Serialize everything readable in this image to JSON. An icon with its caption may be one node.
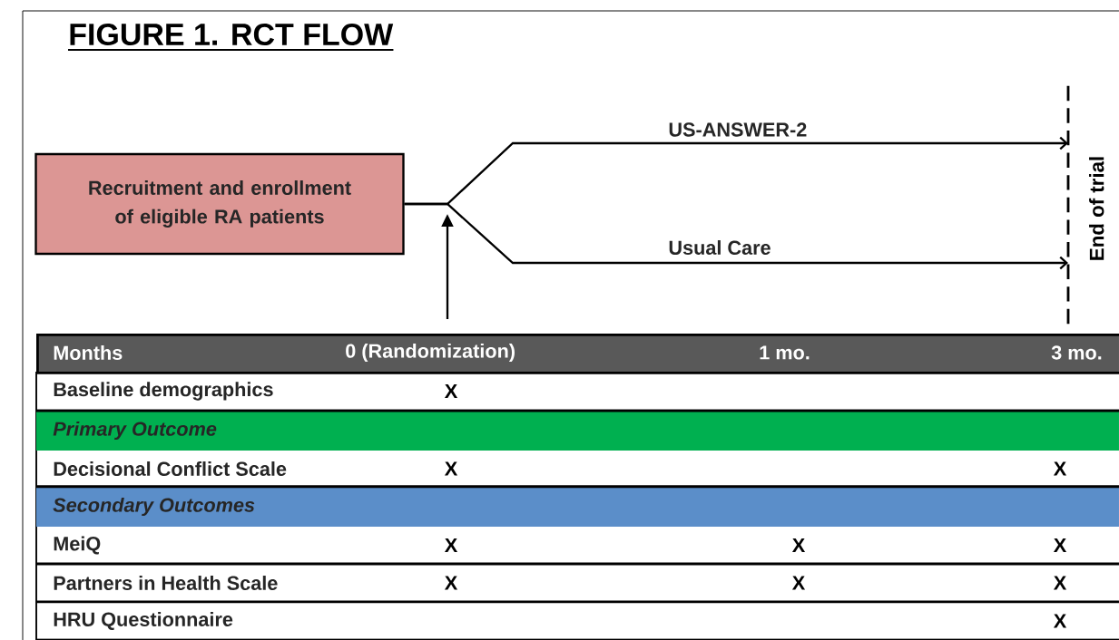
{
  "diagram": {
    "title": "FIGURE 1. RCT FLOW",
    "nodes": [
      {
        "text": [
          "Recruitment and enrollment of eligible RA patients"
        ]
      },
      {
        "text": [
          "End of trial"
        ]
      },
      {
        "text": [
          "Months",
          "0 (Randomization)",
          "1 mo.",
          "3 mo."
        ]
      }
    ],
    "edges": [
      {
        "from": 0,
        "to": 1,
        "arrow": "to",
        "label": "US-ANSWER-2"
      },
      {
        "from": 0,
        "to": 1,
        "arrow": "to",
        "label": "Usual Care"
      },
      {
        "from": 2,
        "to": null,
        "arrow": "to"
      }
    ],
    "labels": [
      "Baseline demographics",
      "X",
      "Primary Outcome",
      "Decisional Conflict Scale",
      "X",
      "X",
      "Secondary Outcomes",
      "MeiQ",
      "X",
      "X",
      "X",
      "Partners in Health Scale",
      "X",
      "X",
      "X",
      "HRU Questionnaire",
      "X"
    ]
  }
}
